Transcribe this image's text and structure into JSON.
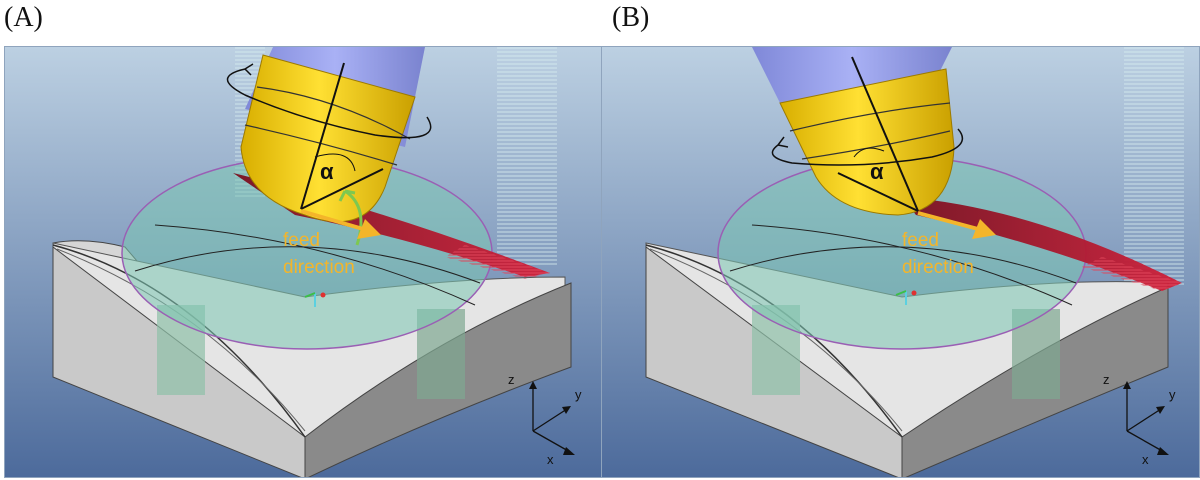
{
  "panels": [
    {
      "label": "(A)",
      "alpha_symbol": "α",
      "feed_word1": "feed",
      "feed_word2": "direction",
      "axes": {
        "z": "z",
        "y": "y",
        "x": "x"
      }
    },
    {
      "label": "(B)",
      "alpha_symbol": "α",
      "feed_word1": "feed",
      "feed_word2": "direction",
      "axes": {
        "z": "z",
        "y": "y",
        "x": "x"
      }
    }
  ],
  "colors": {
    "background_top": "#b9cde0",
    "background_bottom": "#4e6c9c",
    "tool_holder": "#9ea7f0",
    "tool_tip": "#f7d117",
    "workpiece": "#c7c7c7",
    "surface_disc": "#7cc6b3",
    "toolpath": "#a8182a",
    "feed_arrow": "#f4b52a",
    "tilt_arc": "#7ec850"
  },
  "icons": [
    "rotation-arrow-icon",
    "feed-arrow-icon",
    "coordinate-triad-icon"
  ]
}
